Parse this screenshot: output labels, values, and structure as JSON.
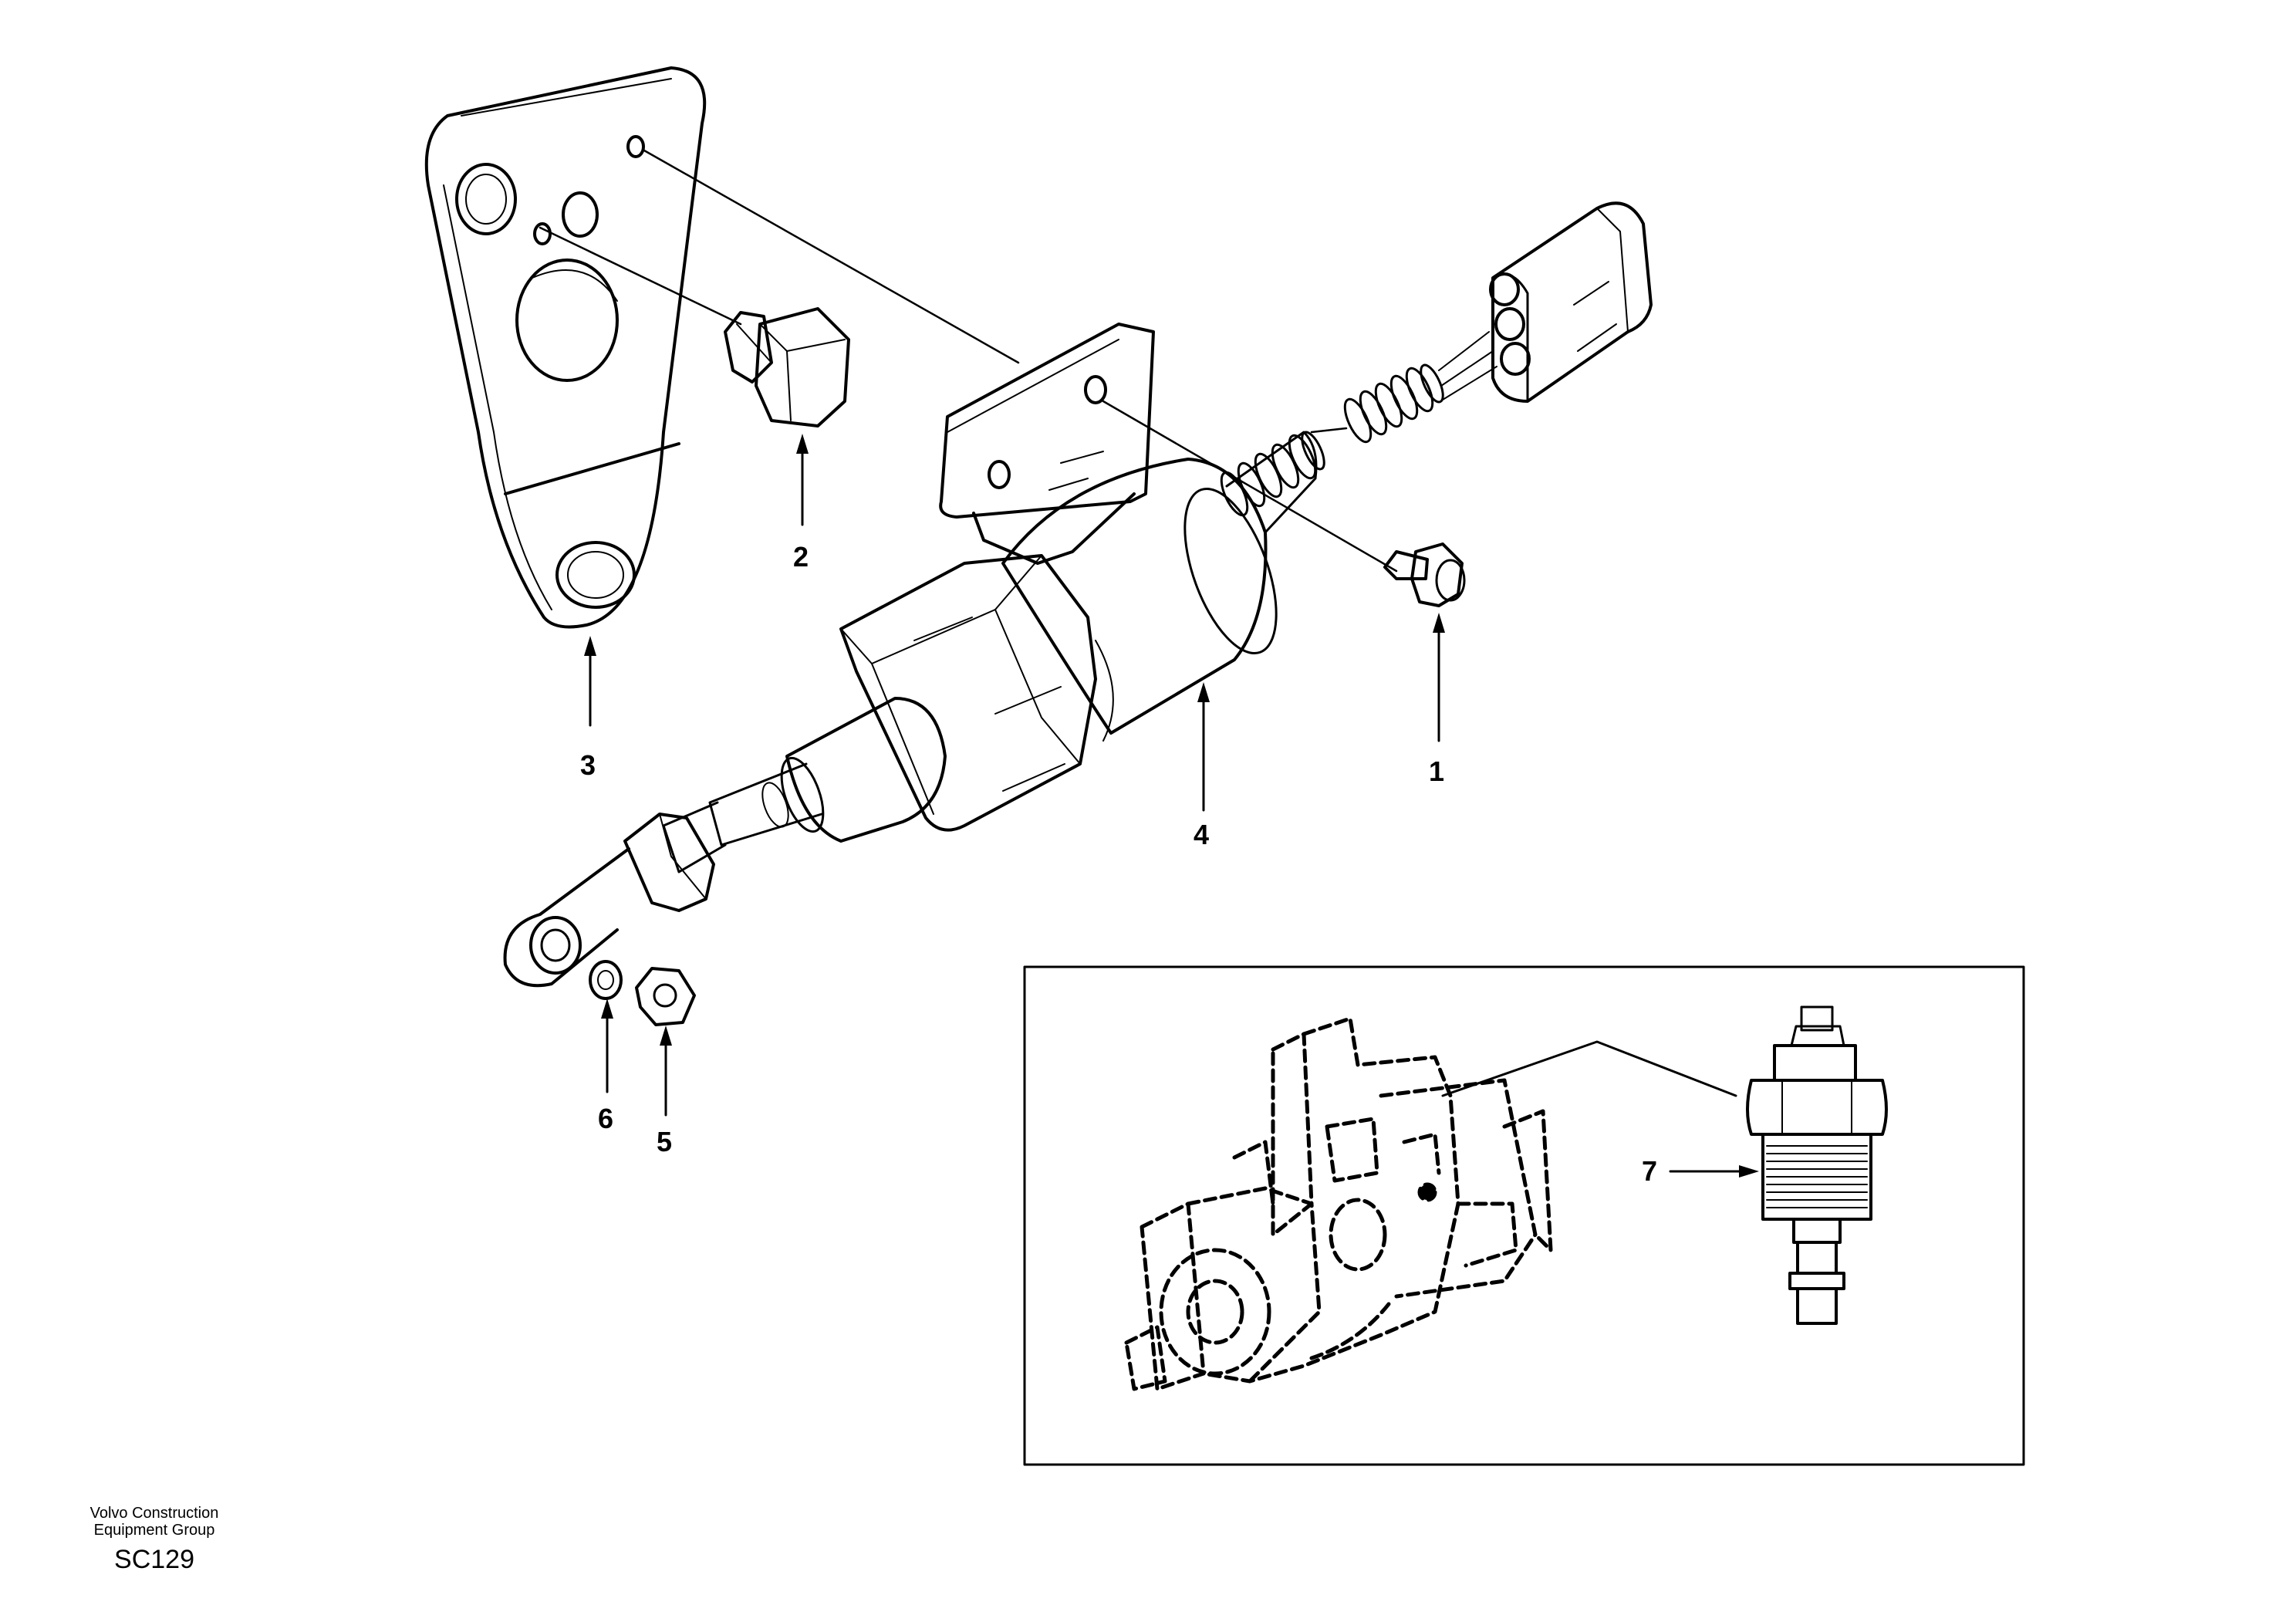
{
  "callouts": {
    "c1": "1",
    "c2": "2",
    "c3": "3",
    "c4": "4",
    "c5": "5",
    "c6": "6",
    "c7": "7"
  },
  "footer": {
    "company_line1": "Volvo Construction",
    "company_line2": "Equipment Group",
    "code": "SC129"
  },
  "colors": {
    "ink": "#000000",
    "background": "#ffffff"
  }
}
